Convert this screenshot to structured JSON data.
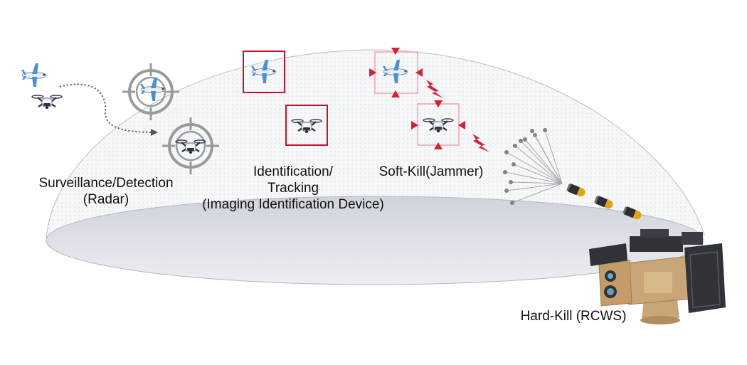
{
  "stages": {
    "surveillance": {
      "line1": "Surveillance/Detection",
      "line2": "(Radar)"
    },
    "identification": {
      "line1": "Identification/",
      "line2": "Tracking",
      "line3": "(Imaging Identification Device)"
    },
    "softkill": {
      "line1": "Soft-Kill(Jammer)"
    },
    "hardkill": {
      "line1": "Hard-Kill  (RCWS)"
    }
  },
  "colors": {
    "dome_fill": "#f4f5f8",
    "dome_floor": "#dcdfe6",
    "dome_stroke": "#b9bcc4",
    "frame_red": "#c8102e",
    "frame_pink": "#f2a3ad",
    "plane_blue": "#4a90d9",
    "reticle_gray": "#9a9a9a",
    "rcws_tan": "#c9a577",
    "rcws_dark": "#2f3236"
  },
  "icons": [
    "fixed-wing-drone-icon",
    "quadcopter-drone-icon",
    "radar-reticle-icon",
    "jamming-lightning-icon",
    "rcws-turret-icon",
    "projectile-icon"
  ]
}
